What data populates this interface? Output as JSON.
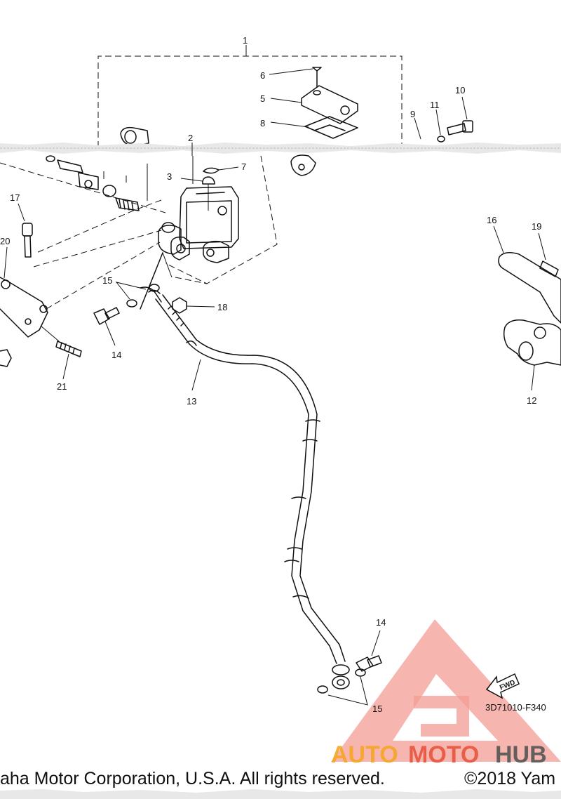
{
  "callouts": [
    "1",
    "2",
    "3",
    "5",
    "6",
    "7",
    "8",
    "9",
    "10",
    "11",
    "12",
    "13",
    "14",
    "14",
    "15",
    "15",
    "16",
    "17",
    "18",
    "19",
    "20",
    "21"
  ],
  "diagram_code": "3D71010-F340",
  "fwd_label": "FWD",
  "footer": {
    "left": "aha Motor Corporation, U.S.A. All rights reserved.",
    "right": "©2018 Yam"
  },
  "watermark": {
    "part1": "AUTO",
    "part2": "MOTO",
    "part3": "HUB",
    "colors": {
      "triangle": "#f28b82",
      "orange": "#f5a623",
      "red": "#e8553e",
      "gray": "#555555"
    }
  }
}
